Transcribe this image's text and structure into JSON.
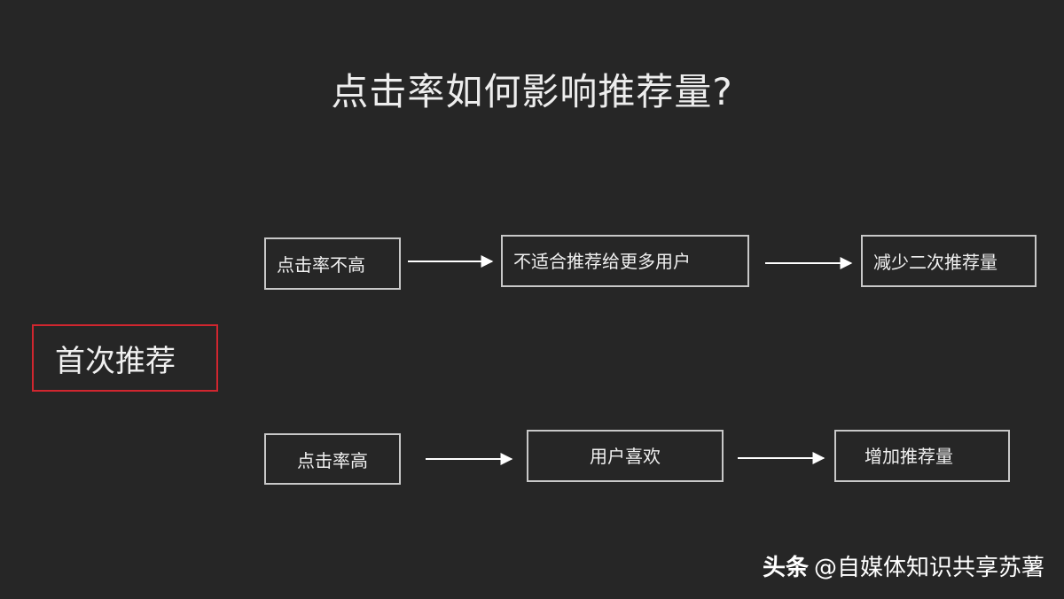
{
  "title": "点击率如何影响推荐量?",
  "nodes": {
    "start": "首次推荐",
    "low_ctr": "点击率不高",
    "not_suitable": "不适合推荐给更多用户",
    "reduce": "减少二次推荐量",
    "high_ctr": "点击率高",
    "user_likes": "用户喜欢",
    "increase": "增加推荐量"
  },
  "colors": {
    "background": "#262626",
    "start_border": "#d0262f",
    "box_border": "#c8c8c8",
    "arrow": "#ffffff"
  },
  "watermark": {
    "brand": "头条",
    "handle": "@自媒体知识共享苏薯"
  }
}
